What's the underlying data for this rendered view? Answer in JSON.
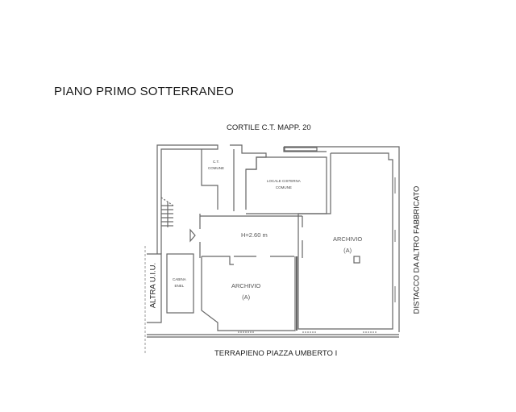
{
  "title": "PIANO PRIMO SOTTERRANEO",
  "boundaries": {
    "top": "CORTILE C.T. MAPP. 20",
    "bottom": "TERRAPIENO PIAZZA UMBERTO I",
    "right": "DISTACCO DA ALTRO FABBRICATO",
    "left": "ALTRA U.I.U."
  },
  "rooms": {
    "ct_comune": {
      "line1": "C.T.",
      "line2": "COMUNE"
    },
    "locale_cisterna": {
      "line1": "LOCALE CISTERNA",
      "line2": "COMUNE"
    },
    "corridor_height": "H=2.60 m",
    "cabina_enel": {
      "line1": "CABINA",
      "line2": "ENEL"
    },
    "archivio_right": {
      "line1": "ARCHIVIO",
      "line2": "(A)"
    },
    "archivio_left": {
      "line1": "ARCHIVIO",
      "line2": "(A)"
    }
  },
  "colors": {
    "wall": "#666666",
    "text": "#222222",
    "dashed": "#999999"
  }
}
